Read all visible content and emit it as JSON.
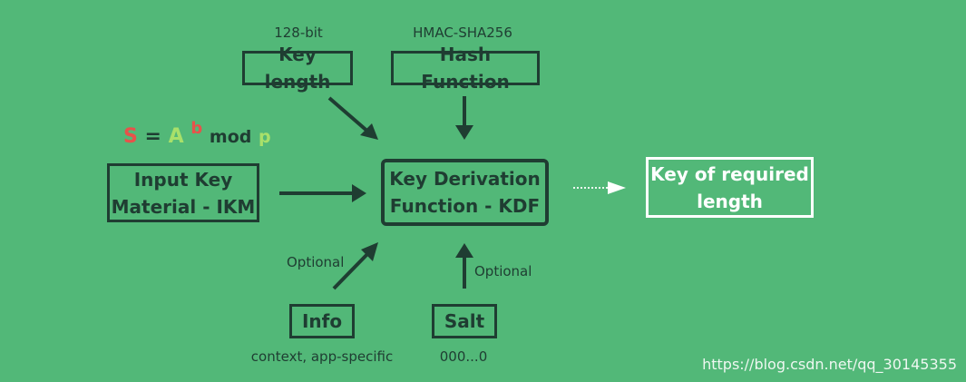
{
  "boxes": {
    "key_length": "Key length",
    "hash_function": "Hash Function",
    "ikm_line1": "Input Key",
    "ikm_line2": "Material - IKM",
    "kdf_line1": "Key Derivation",
    "kdf_line2": "Function - KDF",
    "output_line1": "Key of required",
    "output_line2": "length",
    "info": "Info",
    "salt": "Salt"
  },
  "labels": {
    "key_length_value": "128-bit",
    "hash_function_value": "HMAC-SHA256",
    "info_optional": "Optional",
    "salt_optional": "Optional",
    "info_value": "context, app-specific",
    "salt_value": "000...0"
  },
  "formula": {
    "s": "S",
    "eq": "=",
    "a": "A",
    "b": "b",
    "mod": "mod",
    "p": "p",
    "colors": {
      "s": "#e8524a",
      "eq": "#1f3d32",
      "a": "#a8e06a",
      "b": "#e8524a",
      "mod": "#1f3d32",
      "p": "#a8e06a"
    }
  },
  "watermark": "https://blog.csdn.net/qq_30145355",
  "colors": {
    "background": "#52b878",
    "ink": "#1f3d32",
    "output": "#ffffff"
  }
}
